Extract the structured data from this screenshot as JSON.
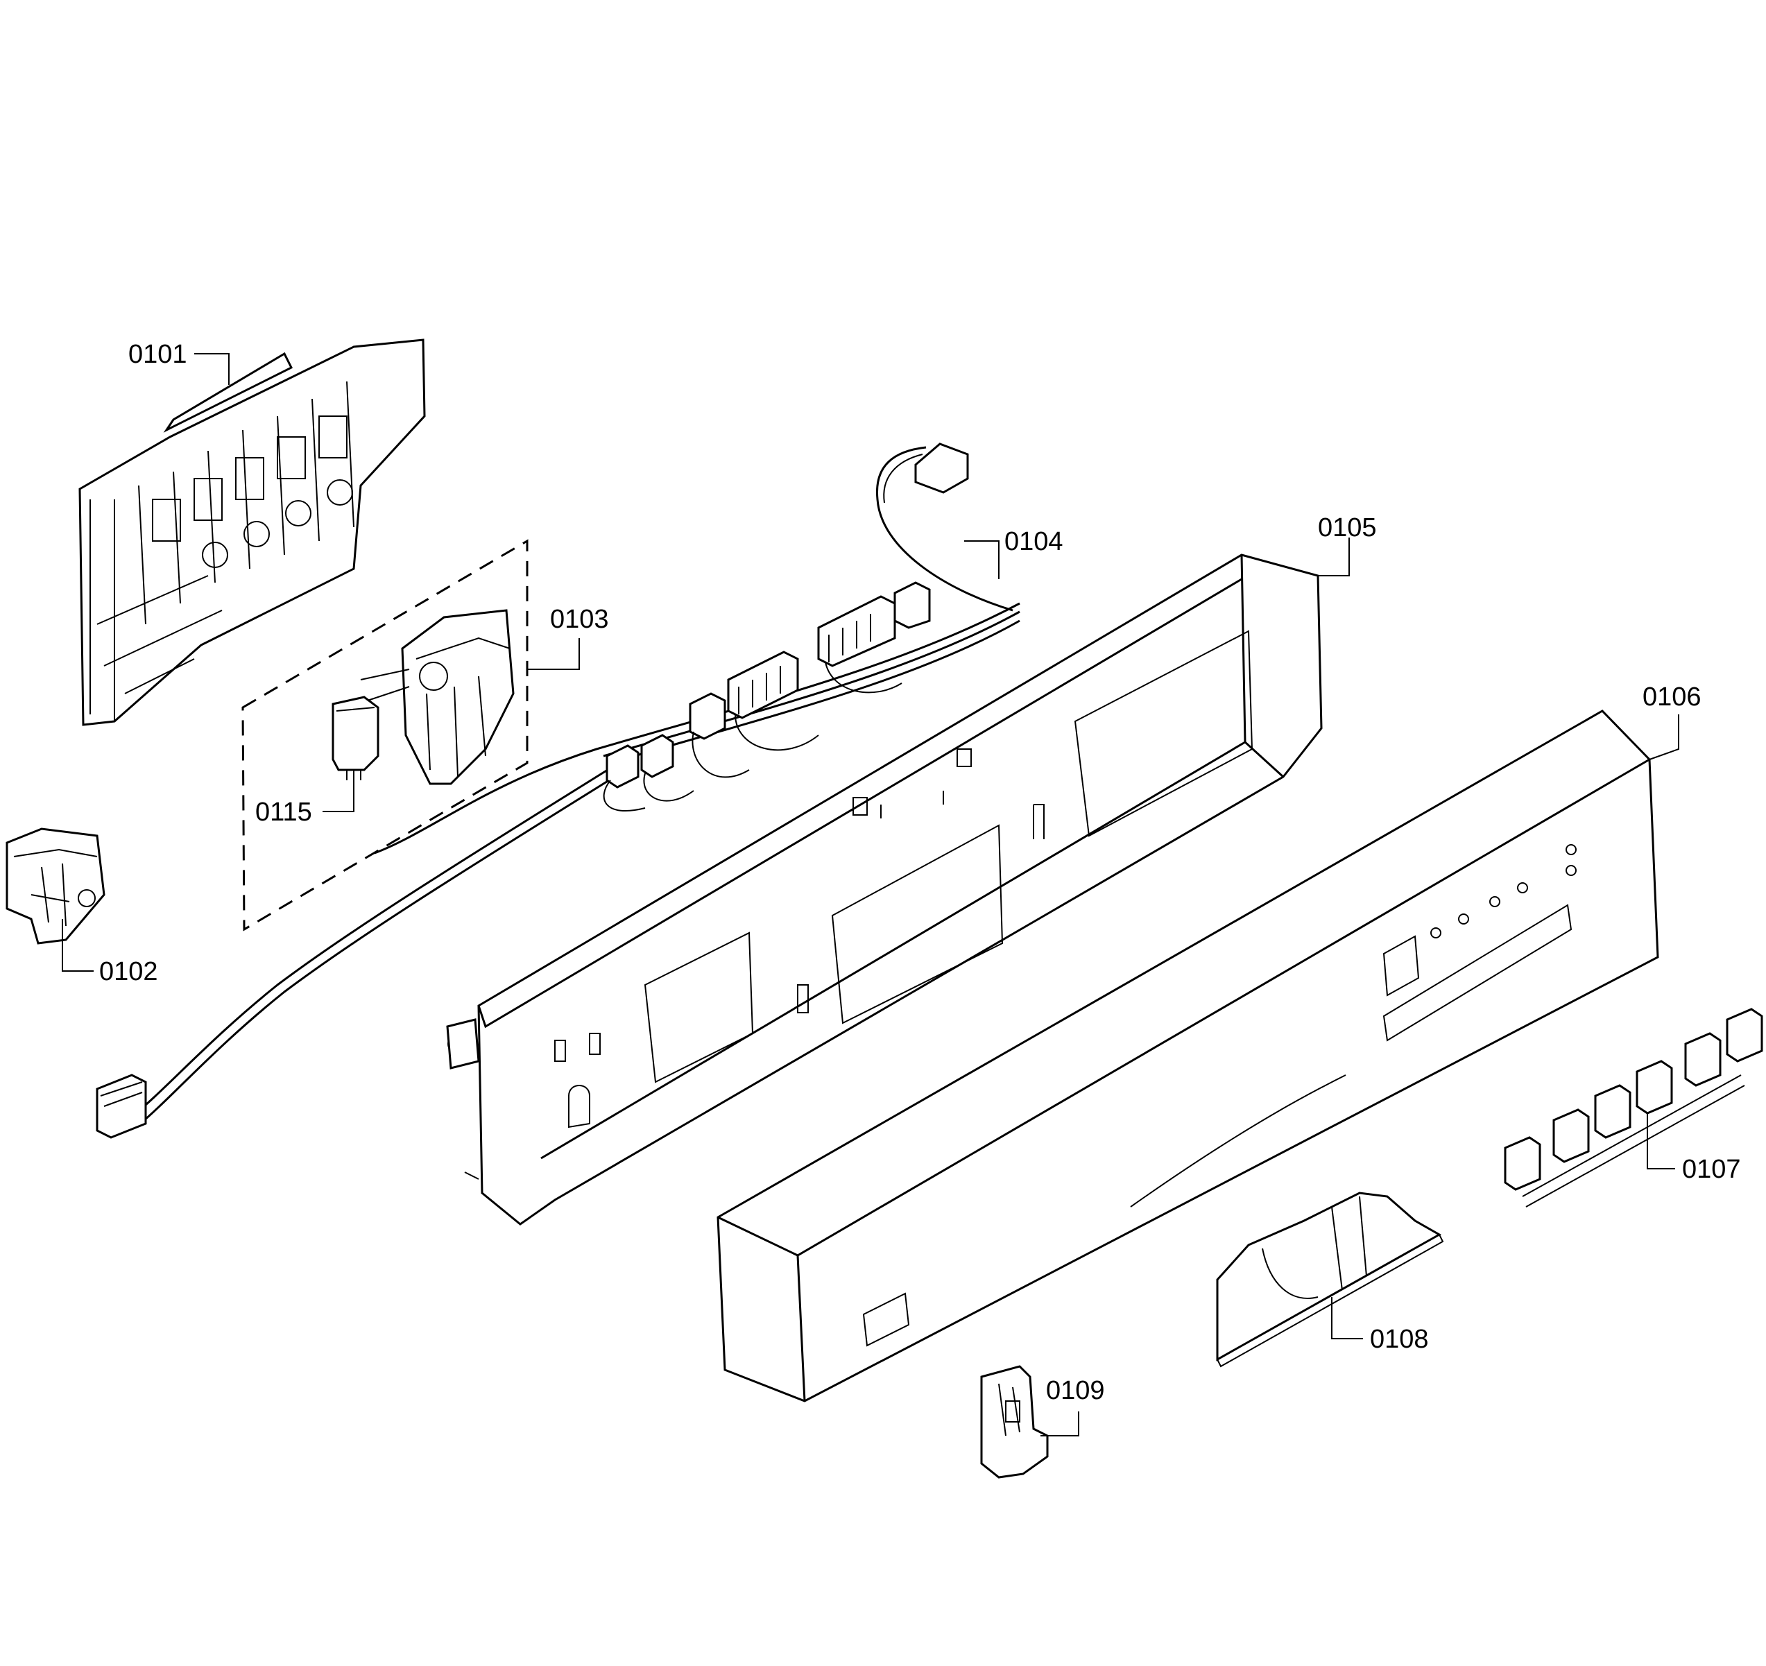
{
  "diagram": {
    "labels": {
      "p0101": "0101",
      "p0102": "0102",
      "p0103": "0103",
      "p0104": "0104",
      "p0105": "0105",
      "p0106": "0106",
      "p0107": "0107",
      "p0108": "0108",
      "p0109": "0109",
      "p0115": "0115"
    }
  }
}
